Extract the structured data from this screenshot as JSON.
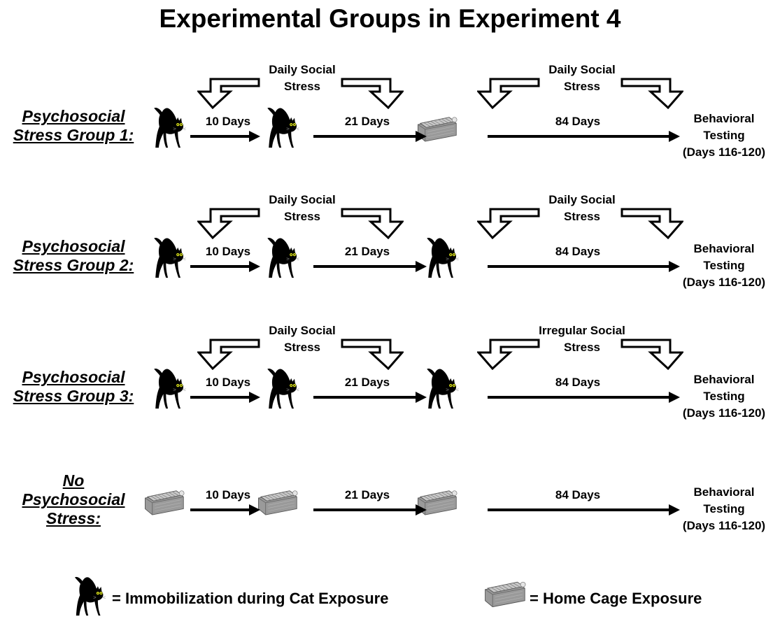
{
  "title": "Experimental Groups in Experiment 4",
  "groups": [
    {
      "label_lines": [
        "Psychosocial",
        "Stress Group 1:"
      ],
      "icons": [
        "cat-icon",
        "cat-icon",
        "cage-icon"
      ],
      "periods": [
        "10 Days",
        "21 Days",
        "84 Days"
      ],
      "stress_top_left": [
        "Daily Social",
        "Stress"
      ],
      "stress_top_right": [
        "Daily Social",
        "Stress"
      ],
      "outcome": [
        "Behavioral",
        "Testing",
        "(Days 116-120)"
      ]
    },
    {
      "label_lines": [
        "Psychosocial",
        "Stress Group 2:"
      ],
      "icons": [
        "cat-icon",
        "cat-icon",
        "cat-icon"
      ],
      "periods": [
        "10 Days",
        "21 Days",
        "84 Days"
      ],
      "stress_top_left": [
        "Daily Social",
        "Stress"
      ],
      "stress_top_right": [
        "Daily Social",
        "Stress"
      ],
      "outcome": [
        "Behavioral",
        "Testing",
        "(Days 116-120)"
      ]
    },
    {
      "label_lines": [
        "Psychosocial",
        "Stress Group 3:"
      ],
      "icons": [
        "cat-icon",
        "cat-icon",
        "cat-icon"
      ],
      "periods": [
        "10 Days",
        "21 Days",
        "84 Days"
      ],
      "stress_top_left": [
        "Daily Social",
        "Stress"
      ],
      "stress_top_right": [
        "Irregular Social",
        "Stress"
      ],
      "outcome": [
        "Behavioral",
        "Testing",
        "(Days 116-120)"
      ]
    },
    {
      "label_lines": [
        "No",
        "Psychosocial",
        "Stress:"
      ],
      "icons": [
        "cage-icon",
        "cage-icon",
        "cage-icon"
      ],
      "periods": [
        "10 Days",
        "21 Days",
        "84 Days"
      ],
      "stress_top_left": [],
      "stress_top_right": [],
      "outcome": [
        "Behavioral",
        "Testing",
        "(Days 116-120)"
      ]
    }
  ],
  "legend": {
    "cat": "= Immobilization during Cat Exposure",
    "cage": "= Home Cage Exposure"
  }
}
